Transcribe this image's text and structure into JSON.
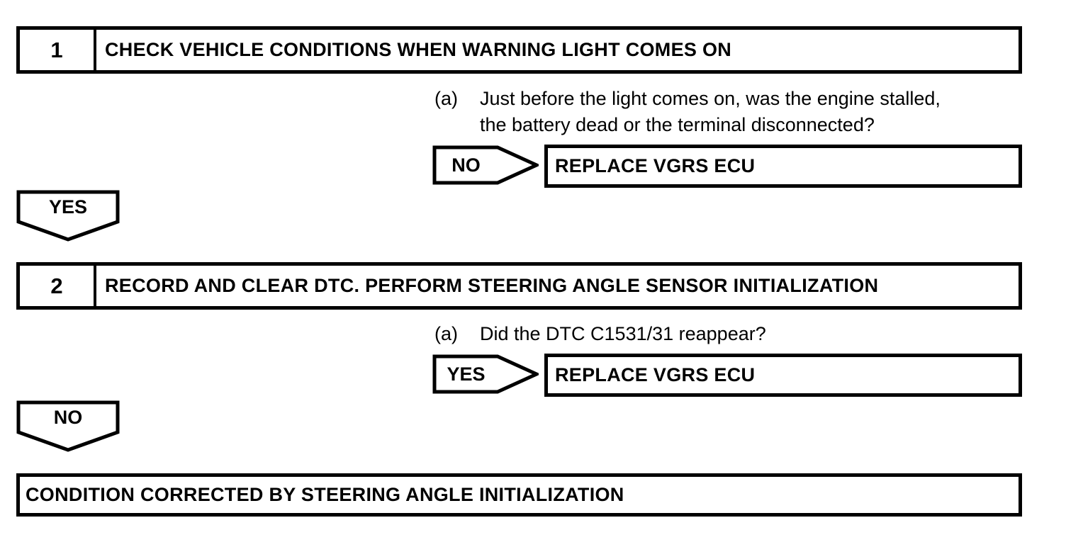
{
  "page": {
    "background": "#ffffff",
    "line_color": "#000000"
  },
  "steps": [
    {
      "number": "1",
      "title": "CHECK VEHICLE CONDITIONS WHEN WARNING LIGHT COMES ON",
      "question_label": "(a)",
      "question_lines": [
        "Just before the light comes on, was the engine stalled,",
        "the battery dead or the terminal disconnected?"
      ],
      "branch_label": "NO",
      "branch_result": "REPLACE VGRS ECU",
      "continue_label": "YES"
    },
    {
      "number": "2",
      "title": "RECORD AND CLEAR DTC. PERFORM STEERING ANGLE SENSOR INITIALIZATION",
      "question_label": "(a)",
      "question_lines": [
        "Did the DTC C1531/31 reappear?"
      ],
      "branch_label": "YES",
      "branch_result": "REPLACE VGRS ECU",
      "continue_label": "NO"
    }
  ],
  "conclusion": {
    "text": "CONDITION CORRECTED BY STEERING ANGLE INITIALIZATION"
  }
}
